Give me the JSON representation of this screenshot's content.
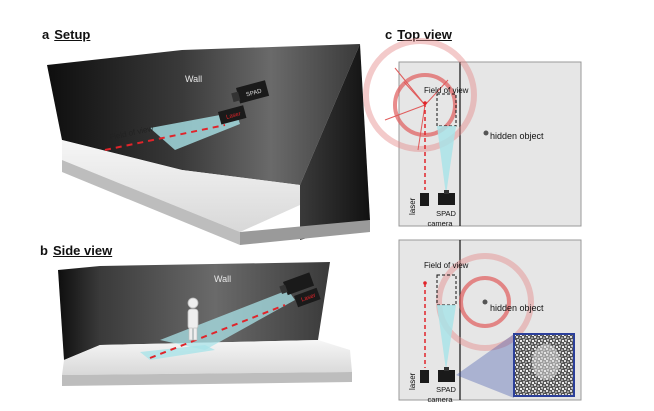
{
  "panels": {
    "a": {
      "letter": "a",
      "title": "Setup"
    },
    "b": {
      "letter": "b",
      "title": "Side view"
    },
    "c": {
      "letter": "c",
      "title": "Top view"
    }
  },
  "labels": {
    "wall": "Wall",
    "field_of_view": "Field of view",
    "spad": "SPAD",
    "laser": "laser",
    "laser_device": "Laser",
    "hidden_object": "hidden object",
    "camera": "camera"
  },
  "colors": {
    "laser_red": "#e0242a",
    "beam_cyan": "#a9e3e8",
    "ring_red": "#e58a8a",
    "panel_gray": "#e6e6e6",
    "wall_dark": "#2a2a2a"
  }
}
